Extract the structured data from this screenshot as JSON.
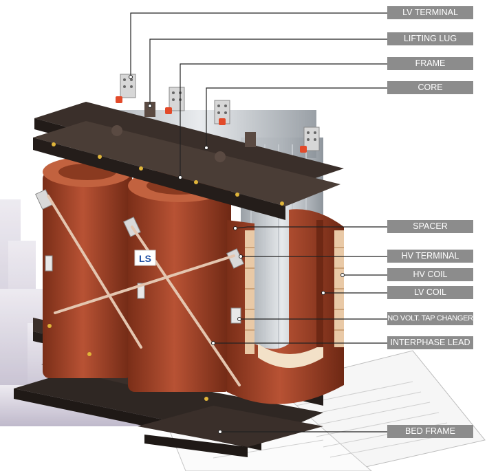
{
  "callouts": [
    {
      "key": "lv_terminal",
      "text": "LV TERMINAL"
    },
    {
      "key": "lifting_lug",
      "text": "LIFTING LUG"
    },
    {
      "key": "frame",
      "text": "FRAME"
    },
    {
      "key": "core",
      "text": "CORE"
    },
    {
      "key": "spacer",
      "text": "SPACER"
    },
    {
      "key": "hv_terminal",
      "text": "HV TERMINAL"
    },
    {
      "key": "hv_coil",
      "text": "HV COIL"
    },
    {
      "key": "lv_coil",
      "text": "LV COIL"
    },
    {
      "key": "tap_changer",
      "text": "NO VOLT. TAP CHANGER"
    },
    {
      "key": "interphase_lead",
      "text": "INTERPHASE LEAD"
    },
    {
      "key": "bed_frame",
      "text": "BED FRAME"
    }
  ],
  "logo_text": "LS",
  "colors": {
    "coil": "#a8452a",
    "coil_dark": "#7a2e18",
    "frame": "#3a2f2a",
    "label_bg": "#8c8c8c",
    "label_text": "#ffffff",
    "leader": "#222222"
  }
}
